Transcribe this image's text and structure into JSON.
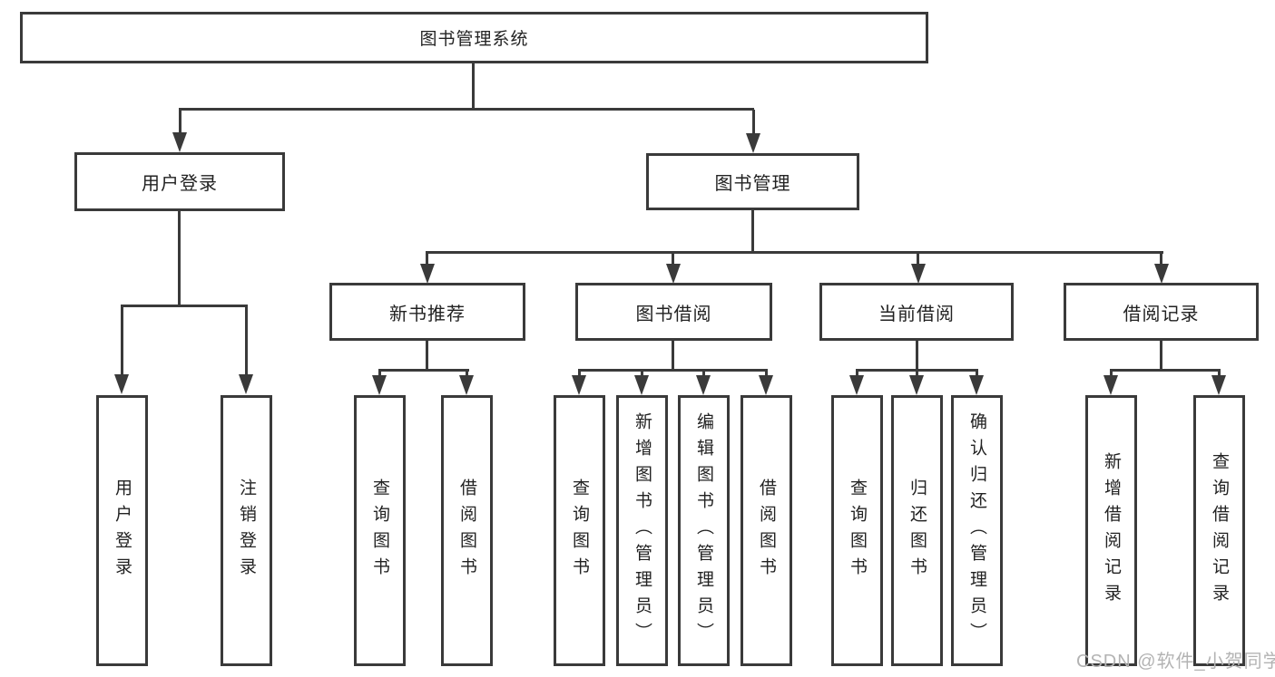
{
  "diagram_title": "图书管理系统",
  "tree": {
    "root": {
      "label": "图书管理系统"
    },
    "branches": [
      {
        "label": "用户登录",
        "children": [
          {
            "label": "用户登录"
          },
          {
            "label": "注销登录"
          }
        ]
      },
      {
        "label": "图书管理",
        "groups": [
          {
            "label": "新书推荐",
            "children": [
              {
                "label": "查询图书"
              },
              {
                "label": "借阅图书"
              }
            ]
          },
          {
            "label": "图书借阅",
            "children": [
              {
                "label": "查询图书"
              },
              {
                "label": "新增图书（管理员）"
              },
              {
                "label": "编辑图书（管理员）"
              },
              {
                "label": "借阅图书"
              }
            ]
          },
          {
            "label": "当前借阅",
            "children": [
              {
                "label": "查询图书"
              },
              {
                "label": "归还图书"
              },
              {
                "label": "确认归还（管理员）"
              }
            ]
          },
          {
            "label": "借阅记录",
            "children": [
              {
                "label": "新增借阅记录"
              },
              {
                "label": "查询借阅记录"
              }
            ]
          }
        ]
      }
    ]
  },
  "watermark": {
    "text": "CSDN @软件_小贺同学"
  },
  "colors": {
    "line": "#3a3a3a",
    "box_background": "#ffffff",
    "text": "#222222",
    "watermark": "#b3b3b3",
    "page_background": "#ffffff"
  }
}
